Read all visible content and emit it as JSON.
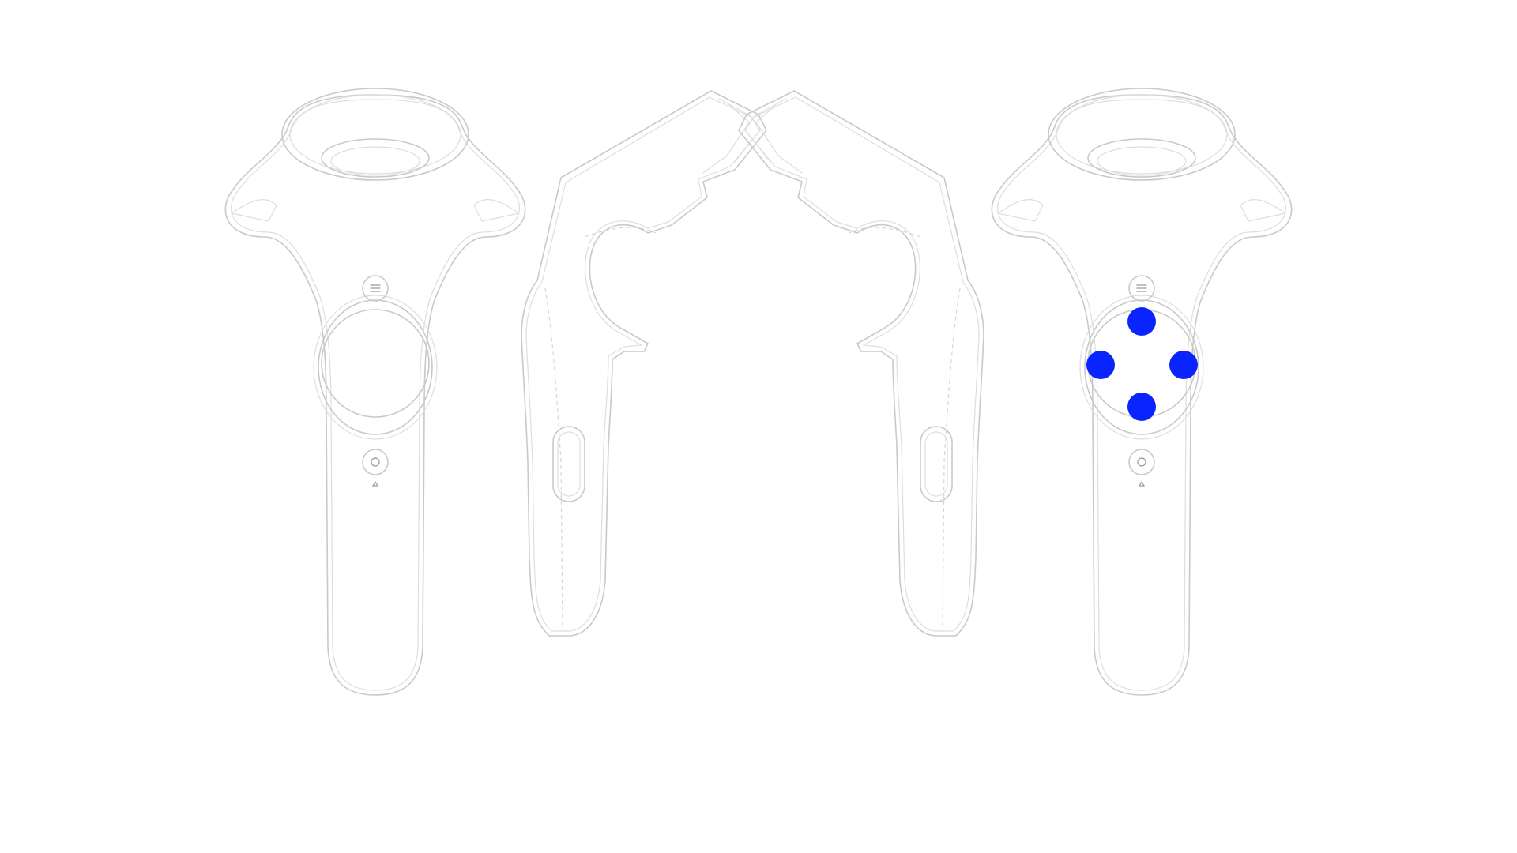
{
  "diagram": {
    "highlight_color": "#0a24ff",
    "line_color": "#c9c9c9",
    "controllers": [
      {
        "view": "front",
        "highlighted": false
      },
      {
        "view": "side",
        "mirrored": false
      },
      {
        "view": "side",
        "mirrored": true
      },
      {
        "view": "front",
        "highlighted": true
      }
    ],
    "trackpad_markers": [
      "up",
      "left",
      "right",
      "down"
    ],
    "icons": [
      "menu-icon",
      "system-icon",
      "power-led-icon"
    ]
  }
}
